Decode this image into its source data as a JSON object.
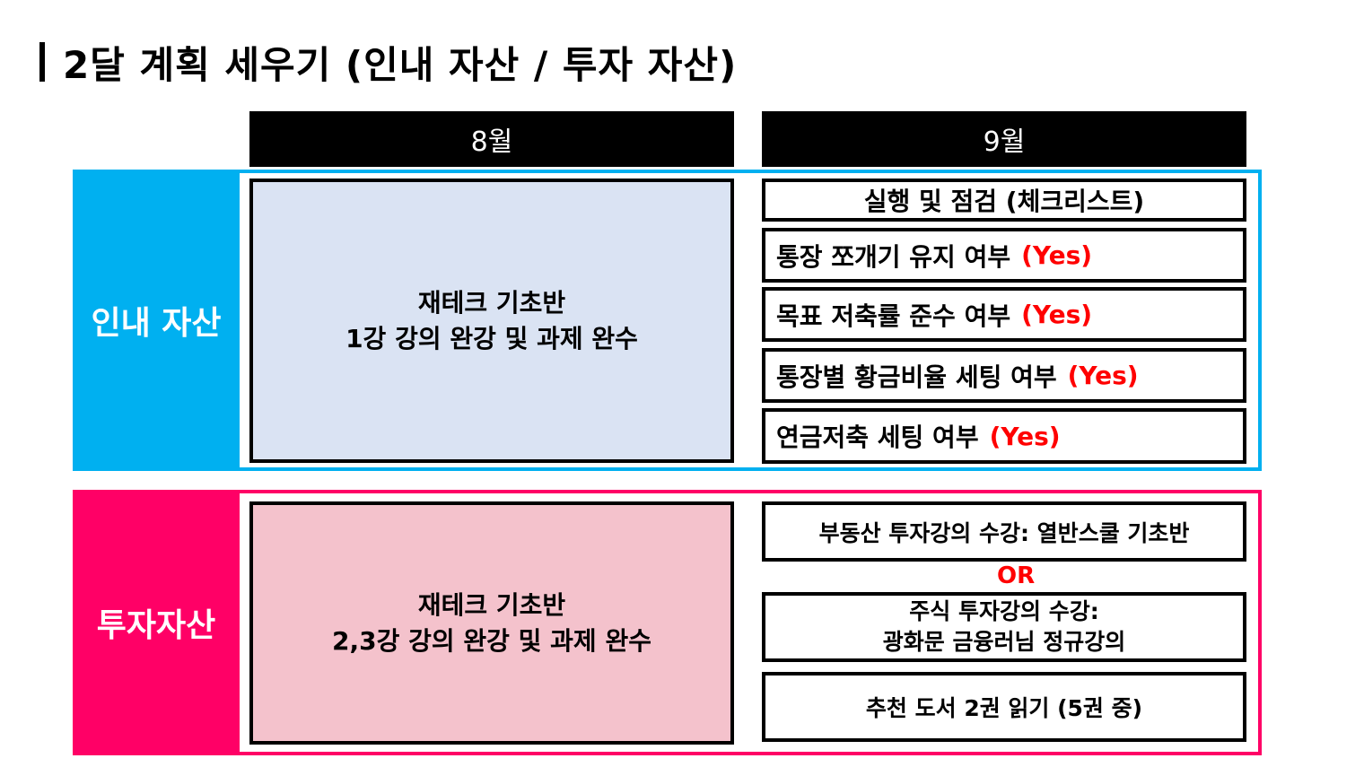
{
  "title": "2달 계획 세우기 (인내 자산 / 투자 자산)",
  "months": {
    "aug": "8월",
    "sep": "9월"
  },
  "colors": {
    "patience_accent": "#00b0f0",
    "investment_accent": "#ff0066",
    "patience_box_bg": "#dae3f3",
    "investment_box_bg": "#f4c2cc",
    "highlight_red": "#ff0000"
  },
  "patience": {
    "label": "인내 자산",
    "aug_box": {
      "line1": "재테크 기초반",
      "line2": "1강 강의 완강 및 과제 완수"
    },
    "sep_header": "실행 및 점검 (체크리스트)",
    "checklist": [
      {
        "text": "통장 쪼개기 유지 여부",
        "status": "(Yes)"
      },
      {
        "text": "목표 저축률 준수 여부",
        "status": "(Yes)"
      },
      {
        "text": "통장별 황금비율 세팅 여부",
        "status": "(Yes)"
      },
      {
        "text": "연금저축 세팅 여부",
        "status": "(Yes)"
      }
    ]
  },
  "investment": {
    "label": "투자자산",
    "aug_box": {
      "line1": "재테크 기초반",
      "line2": "2,3강 강의 완강 및 과제 완수"
    },
    "sep_items": {
      "real_estate": "부동산 투자강의 수강: 열반스쿨 기초반",
      "or": "OR",
      "stock_line1": "주식 투자강의 수강:",
      "stock_line2": "광화문 금융러님 정규강의",
      "books": "추천 도서 2권 읽기 (5권 중)"
    }
  }
}
